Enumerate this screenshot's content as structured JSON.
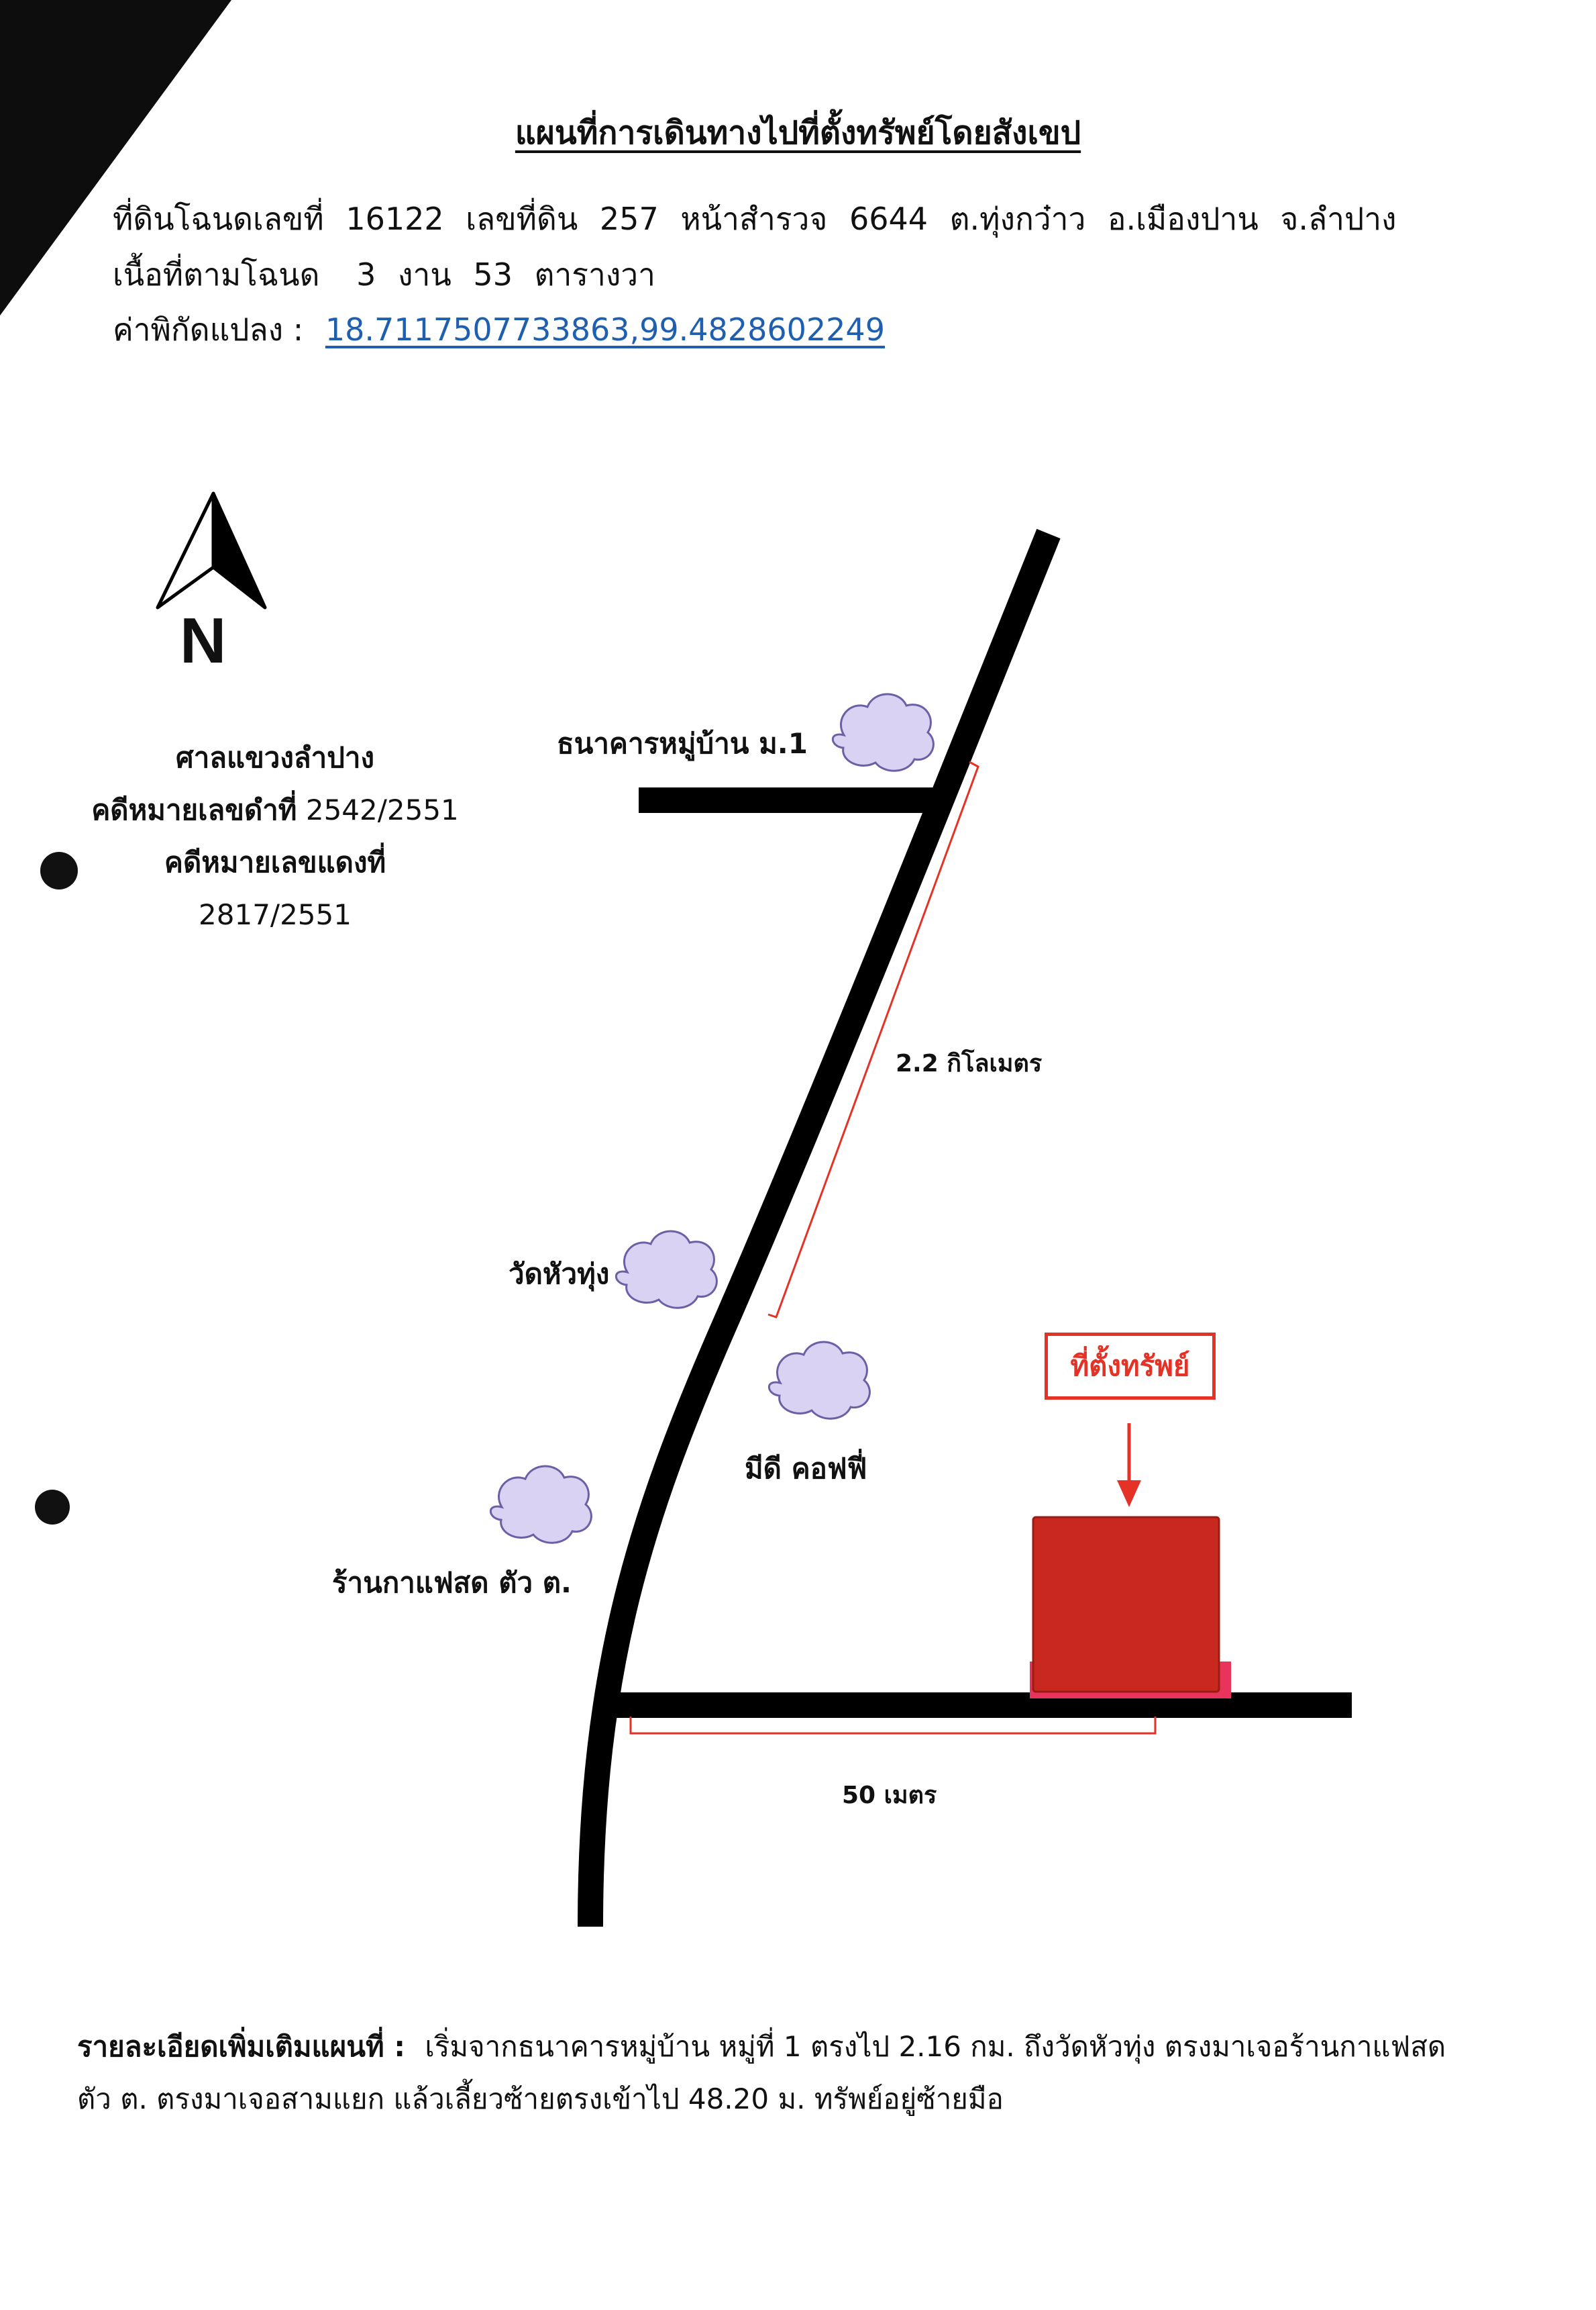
{
  "title": "แผนที่การเดินทางไปที่ตั้งทรัพย์โดยสังเขป",
  "header": {
    "land_label": "ที่ดินโฉนดเลขที่",
    "deed_no": "16122",
    "parcel_label": "เลขที่ดิน",
    "parcel_no": "257",
    "survey_label": "หน้าสำรวจ",
    "survey_no": "6644",
    "subdistrict": "ต.ทุ่งกว๋าว",
    "district": "อ.เมืองปาน",
    "province": "จ.ลำปาง",
    "area_label": "เนื้อที่ตามโฉนด",
    "area_rai_value": "3",
    "area_ngan_label": "งาน",
    "area_wa_value": "53",
    "area_wa_label": "ตารางวา",
    "coord_label": "ค่าพิกัดแปลง :",
    "coord_value": "18.7117507733863,99.4828602249"
  },
  "north": {
    "letter": "N",
    "icon": "north-arrow-icon"
  },
  "case": {
    "court": "ศาลแขวงลำปาง",
    "black_label": "คดีหมายเลขดำที่",
    "black_no": "2542/2551",
    "red_label": "คดีหมายเลขแดงที่",
    "red_no": "2817/2551"
  },
  "landmarks": {
    "bank": "ธนาคารหมู่บ้าน ม.1",
    "temple": "วัดหัวทุ่ง",
    "cafe": "มีดี คอฟฟี่",
    "coffee_shop": "ร้านกาแฟสด ตัว ต."
  },
  "distances": {
    "main_road": "2.2 กิโลเมตร",
    "side_road": "50 เมตร"
  },
  "property": {
    "label": "ที่ตั้งทรัพย์",
    "fill_color": "#c9281e",
    "base_color": "#e8335a"
  },
  "colors": {
    "road": "#000000",
    "accent_red": "#e53226",
    "landmark_fill": "#d9d2f2",
    "landmark_stroke": "#6d5fa6",
    "link": "#1f5fb0"
  },
  "footer": {
    "label": "รายละเอียดเพิ่มเติมแผนที่ :",
    "text_line1": "เริ่มจากธนาคารหมู่บ้าน หมู่ที่ 1 ตรงไป 2.16 กม. ถึงวัดหัวทุ่ง ตรงมาเจอร้านกาแฟสด",
    "text_line2": "ตัว ต. ตรงมาเจอสามแยก แล้วเลี้ยวซ้ายตรงเข้าไป 48.20 ม. ทรัพย์อยู่ซ้ายมือ"
  }
}
